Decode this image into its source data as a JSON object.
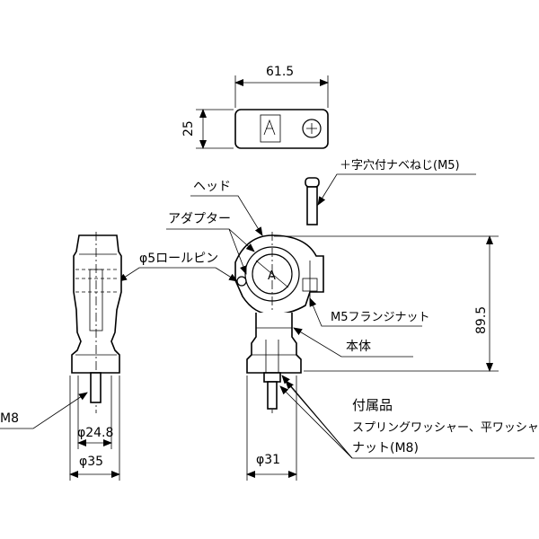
{
  "dimensions": {
    "top_width": "61.5",
    "top_height": "25",
    "total_height": "89.5",
    "side_inner_dia": "φ24.8",
    "side_outer_dia": "φ35",
    "front_base_dia": "φ31"
  },
  "labels": {
    "screw": "＋字穴付ナベねじ(M5)",
    "head": "ヘッド",
    "adapter": "アダプター",
    "roll_pin": "φ5ロールピン",
    "flange_nut": "M5フランジナット",
    "body": "本体",
    "thread": "M8",
    "center_mark": "A"
  },
  "accessories": {
    "title": "付属品",
    "line1": "スプリングワッシャー、平ワッシャー",
    "line2": "ナット(M8)"
  }
}
